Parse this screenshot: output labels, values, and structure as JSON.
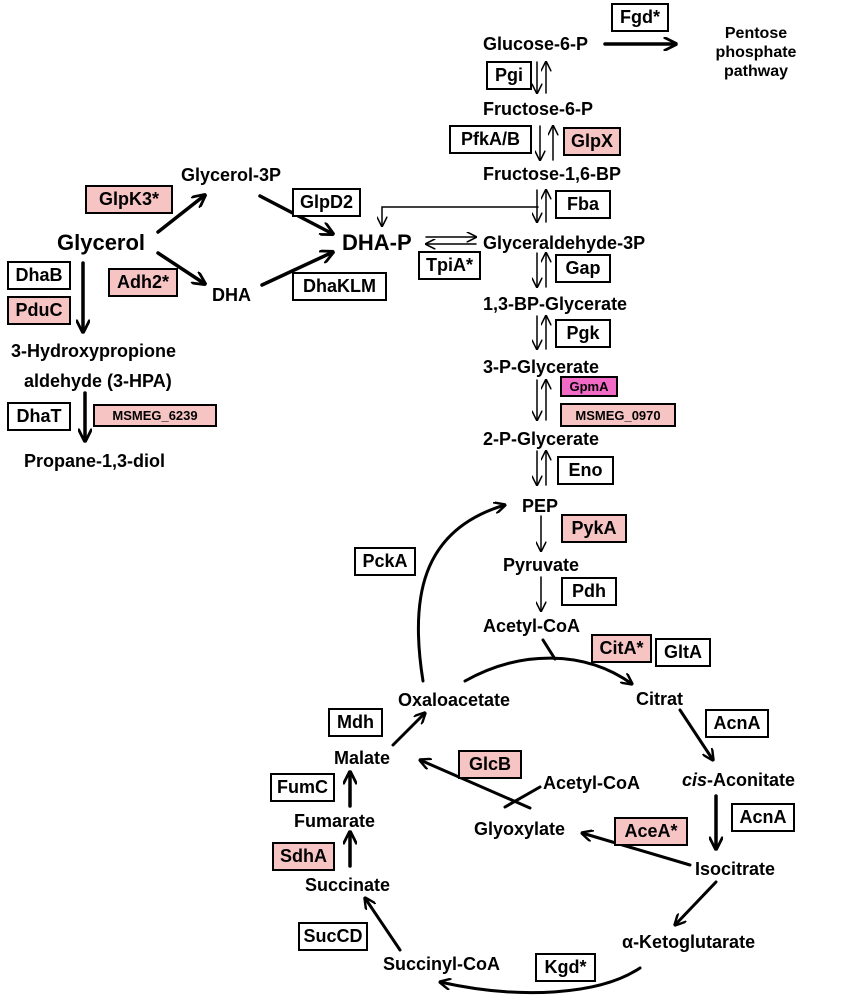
{
  "colors": {
    "enzyme_regulated": "#f7c4c4",
    "enzyme_strong": "#f06ac6",
    "enzyme_plain": "#ffffff"
  },
  "metabolites": {
    "glucose6p": "Glucose-6-P",
    "pentose_phosphate": "Pentose phosphate pathway",
    "fructose6p": "Fructose-6-P",
    "fructose16bp": "Fructose-1,6-BP",
    "glycerol3p": "Glycerol-3P",
    "glycerol": "Glycerol",
    "dhap": "DHA-P",
    "glyceraldehyde3p": "Glyceraldehyde-3P",
    "dha": "DHA",
    "bpg13": "1,3-BP-Glycerate",
    "hpa_line1": "3-Hydroxypropione",
    "hpa_line2": "aldehyde (3-HPA)",
    "pg3": "3-P-Glycerate",
    "pg2": "2-P-Glycerate",
    "propanediol": "Propane-1,3-diol",
    "pep": "PEP",
    "pyruvate": "Pyruvate",
    "acetylcoa_top": "Acetyl-CoA",
    "oxaloacetate": "Oxaloacetate",
    "citrat": "Citrat",
    "malate": "Malate",
    "acetylcoa_shunt": "Acetyl-CoA",
    "cis_prefix": "cis",
    "cis_suffix": "-Aconitate",
    "fumarate": "Fumarate",
    "glyoxylate": "Glyoxylate",
    "isocitrate": "Isocitrate",
    "succinate": "Succinate",
    "ketoglutarate": "α-Ketoglutarate",
    "succinylcoa": "Succinyl-CoA"
  },
  "enzymes": {
    "fgd": "Fgd*",
    "pgi": "Pgi",
    "pfkab": "PfkA/B",
    "glpx": "GlpX",
    "glpk3": "GlpK3*",
    "glpd2": "GlpD2",
    "fba": "Fba",
    "dhab": "DhaB",
    "adh2": "Adh2*",
    "tpia": "TpiA*",
    "gap": "Gap",
    "dhaklm": "DhaKLM",
    "pduc": "PduC",
    "pgk": "Pgk",
    "gpma": "GpmA",
    "msmeg0970": "MSMEG_0970",
    "dhat": "DhaT",
    "msmeg6239": "MSMEG_6239",
    "eno": "Eno",
    "pyka": "PykA",
    "pcka": "PckA",
    "pdh": "Pdh",
    "cita": "CitA*",
    "glta": "GltA",
    "mdh": "Mdh",
    "acna1": "AcnA",
    "glcb": "GlcB",
    "fumc": "FumC",
    "acna2": "AcnA",
    "acea": "AceA*",
    "sdha": "SdhA",
    "succd": "SucCD",
    "kgd": "Kgd*"
  }
}
